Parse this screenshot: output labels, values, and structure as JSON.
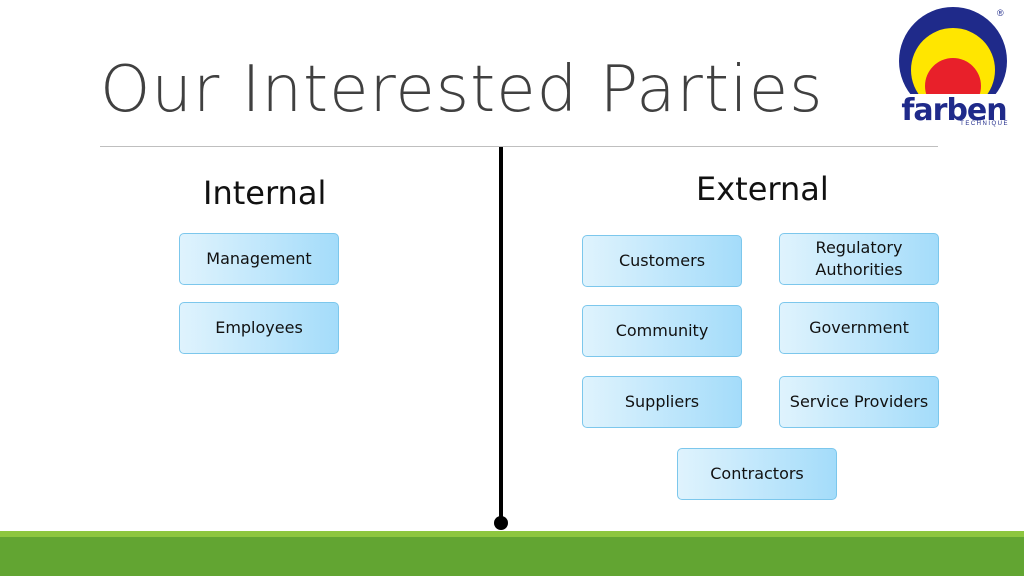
{
  "slide": {
    "title": "Our Interested Parties"
  },
  "logo": {
    "name": "farben",
    "subtitle": "TECHNIQUE",
    "registered": "®",
    "colors": {
      "blue": "#1f2a8a",
      "yellow": "#ffe600",
      "red": "#e8202a"
    }
  },
  "internal": {
    "heading": "Internal",
    "items": [
      "Management",
      "Employees"
    ]
  },
  "external": {
    "heading": "External",
    "items": [
      "Customers",
      "Regulatory\nAuthorities",
      "Community",
      "Government",
      "Suppliers",
      "Service Providers",
      "Contractors"
    ]
  },
  "colors": {
    "box_border": "#7cc7ec",
    "box_fill_start": "#dff3fd",
    "box_fill_end": "#a4dcfa",
    "footer": "#62a532",
    "footer_accent": "#8dc63f"
  }
}
